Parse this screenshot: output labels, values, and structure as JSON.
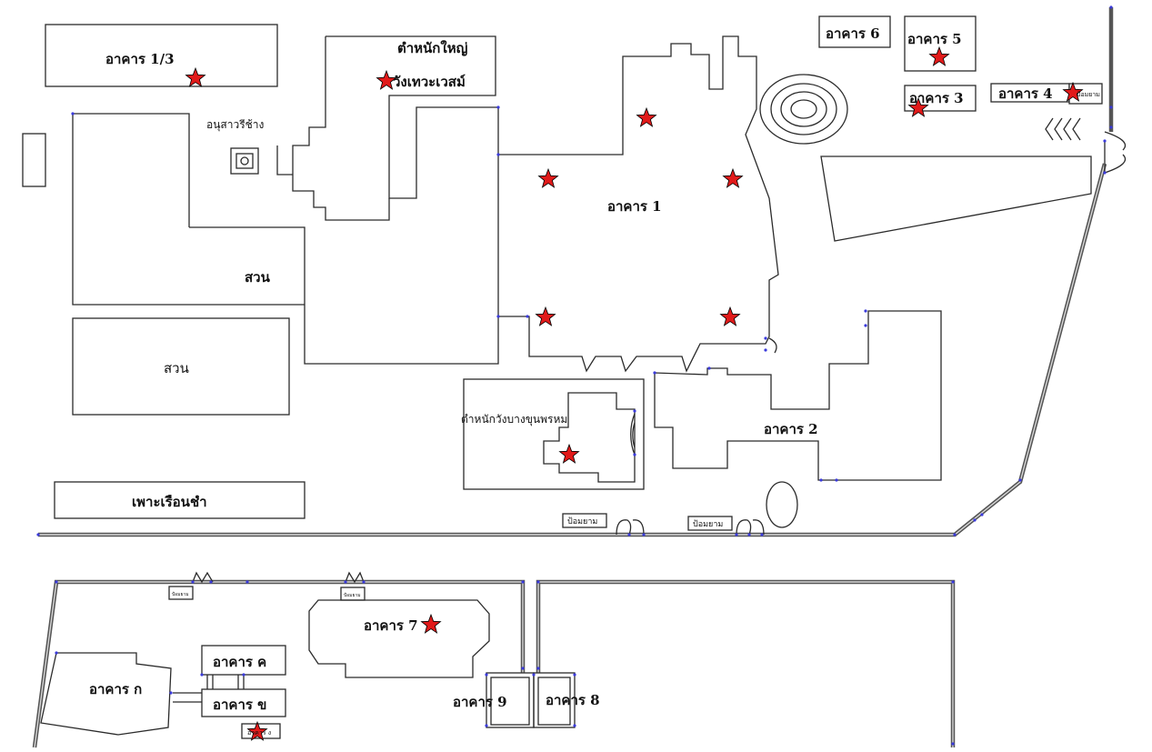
{
  "map": {
    "buildings": {
      "b13": "อาคาร 1/3",
      "hq_line1": "ตำหนักใหญ่",
      "hq_line2": "วังเทวะเวสม์",
      "monument": "อนุสาวรีช้าง",
      "b1": "อาคาร 1",
      "garden_a": "สวน",
      "garden_b": "สวน",
      "b6": "อาคาร 6",
      "b5": "อาคาร 5",
      "b3": "อาคาร 3",
      "b4": "อาคาร 4",
      "b2": "อาคาร 2",
      "bangkhunphrom": "ตำหนักวังบางขุนพรหม",
      "nursery": "เพาะเรือนชำ",
      "b7": "อาคาร 7",
      "bk": "อาคาร ค",
      "bkh": "อาคาร ข",
      "bg": "อาคาร ก",
      "b9": "อาคาร 9",
      "b8": "อาคาร 8"
    },
    "guard_posts": {
      "post_a": "ป้อมยาม",
      "post_b": "ป้อมยาม",
      "post_c": "ป้อมยาม",
      "post_d": "ป้อมยาม",
      "post_e": "ป้อมยาม"
    },
    "small_labels": {
      "b4_box": "ป้อมยาม",
      "bottom_box": "อาคาร ง"
    },
    "colors": {
      "star": "#e11a1a",
      "star_outline": "#000000",
      "outline": "#2b2b2b",
      "wall": "#555555",
      "vertex": "#3b3bdc"
    },
    "icons": {
      "marker": "red-star-icon",
      "gate": "gate-door-icon",
      "fountain": "fountain-icon",
      "monument": "monument-icon"
    }
  }
}
